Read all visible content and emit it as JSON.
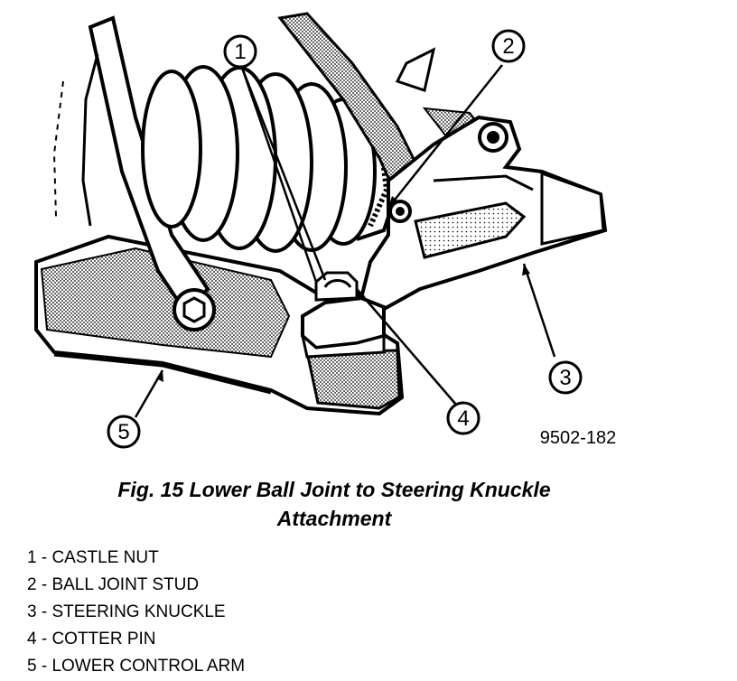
{
  "figure_code": "9502-182",
  "caption": {
    "line1": "Fig. 15 Lower Ball Joint to Steering Knuckle",
    "line2": "Attachment"
  },
  "callouts": [
    "1",
    "2",
    "3",
    "4",
    "5"
  ],
  "legend": [
    "1 - CASTLE NUT",
    "2 - BALL JOINT STUD",
    "3 - STEERING KNUCKLE",
    "4 - COTTER PIN",
    "5 - LOWER CONTROL ARM"
  ]
}
